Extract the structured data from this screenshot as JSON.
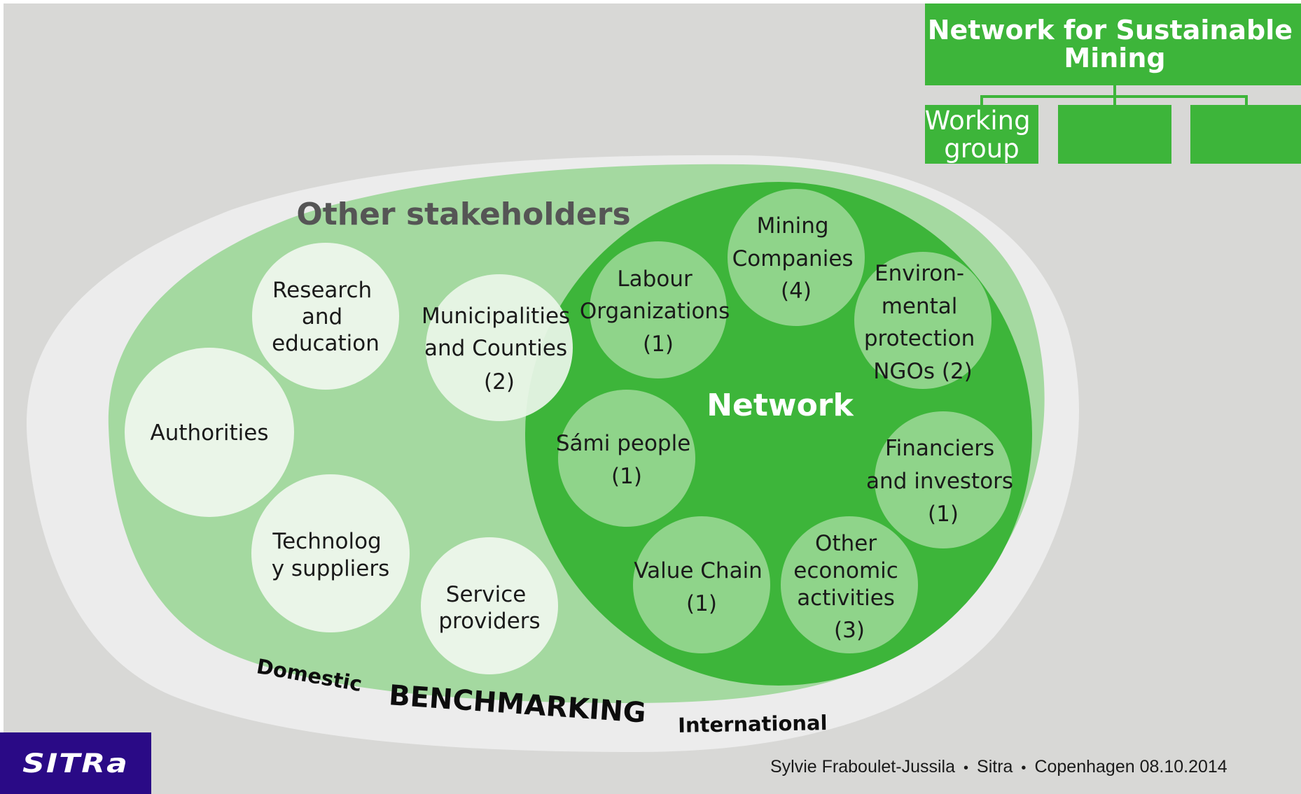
{
  "org": {
    "title_lines": [
      "Network for Sustainable",
      "Mining"
    ],
    "boxes": [
      {
        "lines": [
          "Working",
          "group"
        ]
      },
      {
        "lines": []
      },
      {
        "lines": []
      }
    ]
  },
  "other": {
    "title": "Other stakeholders",
    "circles": [
      {
        "lines": [
          "Research",
          "and",
          "education"
        ]
      },
      {
        "lines": [
          "Authorities"
        ]
      },
      {
        "lines": [
          "Municipalities",
          "and Counties",
          "(2)"
        ]
      },
      {
        "lines": [
          "Technolog",
          "y suppliers"
        ]
      },
      {
        "lines": [
          "Service",
          "providers"
        ]
      }
    ]
  },
  "network": {
    "label": "Network",
    "circles": [
      {
        "lines": [
          "Mining",
          "Companies",
          "(4)"
        ]
      },
      {
        "lines": [
          "Labour",
          "Organizations",
          "(1)"
        ]
      },
      {
        "lines": [
          "Environ-",
          "mental",
          "protection",
          "NGOs (2)"
        ]
      },
      {
        "lines": [
          "Sámi people",
          "(1)"
        ]
      },
      {
        "lines": [
          "Financiers",
          "and investors",
          "(1)"
        ]
      },
      {
        "lines": [
          "Value Chain",
          "(1)"
        ]
      },
      {
        "lines": [
          "Other",
          "economic",
          "activities",
          "(3)"
        ]
      }
    ]
  },
  "benchmarking": {
    "domestic": "Domestic",
    "label": "BENCHMARKING",
    "international": "International"
  },
  "logo": "SITRa",
  "footer": {
    "author": "Sylvie Fraboulet-Jussila",
    "org": "Sitra",
    "place_date": "Copenhagen 08.10.2014",
    "separator": "•"
  },
  "colors": {
    "background": "#d8d8d6",
    "outer_blob": "#ececec",
    "light_green": "#a4d9a0",
    "network_green": "#3db53a",
    "network_circle": "#8fd48a",
    "pale_circle": "#eaf5e8",
    "org_green": "#3db53a",
    "logo_bg": "#2a0a86"
  }
}
